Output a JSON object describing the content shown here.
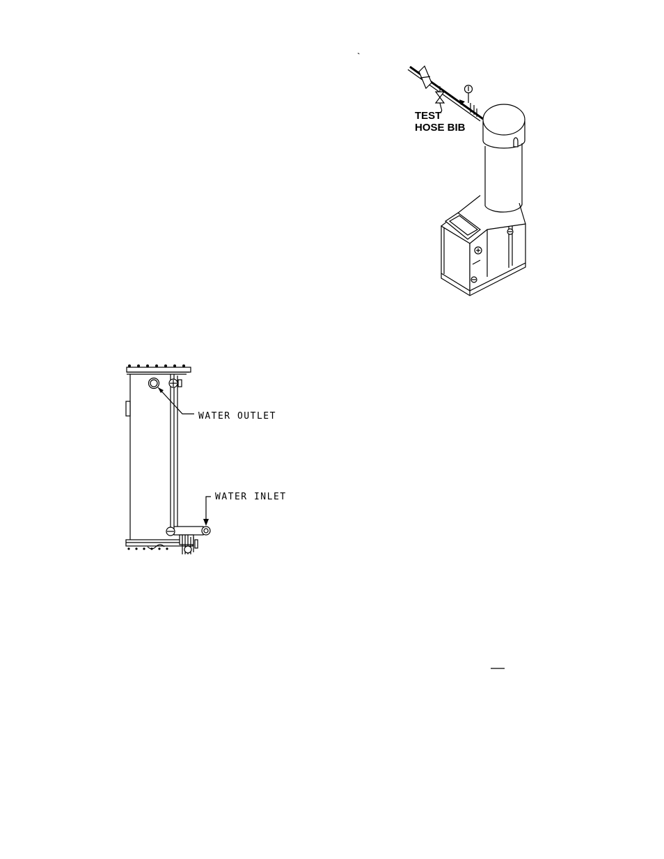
{
  "page": {
    "stray_mark": "`"
  },
  "boiler_diagram": {
    "test_label_line1": "TEST",
    "test_label_line2": "HOSE BIB"
  },
  "heat_exchanger_diagram": {
    "water_outlet_label": "WATER OUTLET",
    "water_inlet_label": "WATER INLET"
  }
}
